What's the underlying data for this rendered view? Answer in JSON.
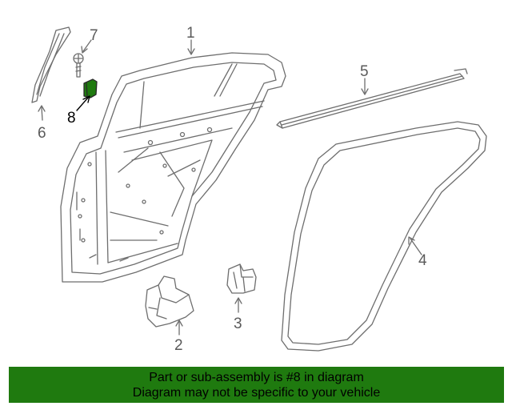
{
  "diagram": {
    "callouts": [
      {
        "id": "1",
        "text": "1"
      },
      {
        "id": "2",
        "text": "2"
      },
      {
        "id": "3",
        "text": "3"
      },
      {
        "id": "4",
        "text": "4"
      },
      {
        "id": "5",
        "text": "5"
      },
      {
        "id": "6",
        "text": "6"
      },
      {
        "id": "7",
        "text": "7"
      },
      {
        "id": "8",
        "text": "8",
        "highlighted": true
      }
    ],
    "highlight_color": "#1f7a0f",
    "line_color": "#6e6e6e"
  },
  "banner": {
    "line1": "Part or sub-assembly is #8 in diagram",
    "line2": "Diagram may not be specific to your vehicle",
    "background": "#1f7a0f"
  }
}
